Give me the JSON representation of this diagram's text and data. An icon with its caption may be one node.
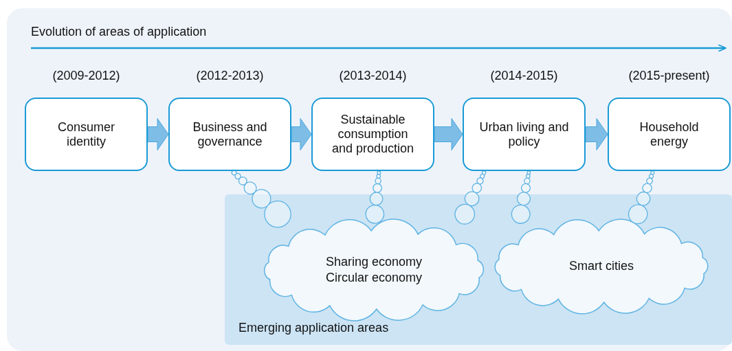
{
  "diagram": {
    "title": "Evolution of areas of application",
    "nodes": [
      {
        "text": [
          "Consumer identity"
        ],
        "beside": [
          "(2009-2012)"
        ]
      },
      {
        "text": [
          "Business and governance"
        ],
        "beside": [
          "(2012-2013)"
        ]
      },
      {
        "text": [
          "Sustainable consumption and production"
        ],
        "beside": [
          "(2013-2014)"
        ]
      },
      {
        "text": [
          "Urban living and policy"
        ],
        "beside": [
          "(2014-2015)"
        ]
      },
      {
        "text": [
          "Household energy"
        ],
        "beside": [
          "(2015-present)"
        ]
      },
      {
        "text": [
          "Emerging application areas"
        ]
      },
      {
        "text": [
          "Sharing economy",
          "Circular economy"
        ],
        "in": 5
      },
      {
        "text": [
          "Smart cities"
        ],
        "in": 5
      }
    ],
    "edges": [
      {
        "from": 0,
        "to": 1,
        "arrow": "to"
      },
      {
        "from": 1,
        "to": 2,
        "arrow": "to"
      },
      {
        "from": 2,
        "to": 3,
        "arrow": "to"
      },
      {
        "from": 3,
        "to": 4,
        "arrow": "to"
      },
      {
        "from": 1,
        "to": 6,
        "arrow": "none"
      },
      {
        "from": 2,
        "to": 6,
        "arrow": "none"
      },
      {
        "from": 3,
        "to": 6,
        "arrow": "none"
      },
      {
        "from": 3,
        "to": 7,
        "arrow": "none"
      },
      {
        "from": 4,
        "to": 7,
        "arrow": "none"
      }
    ]
  }
}
